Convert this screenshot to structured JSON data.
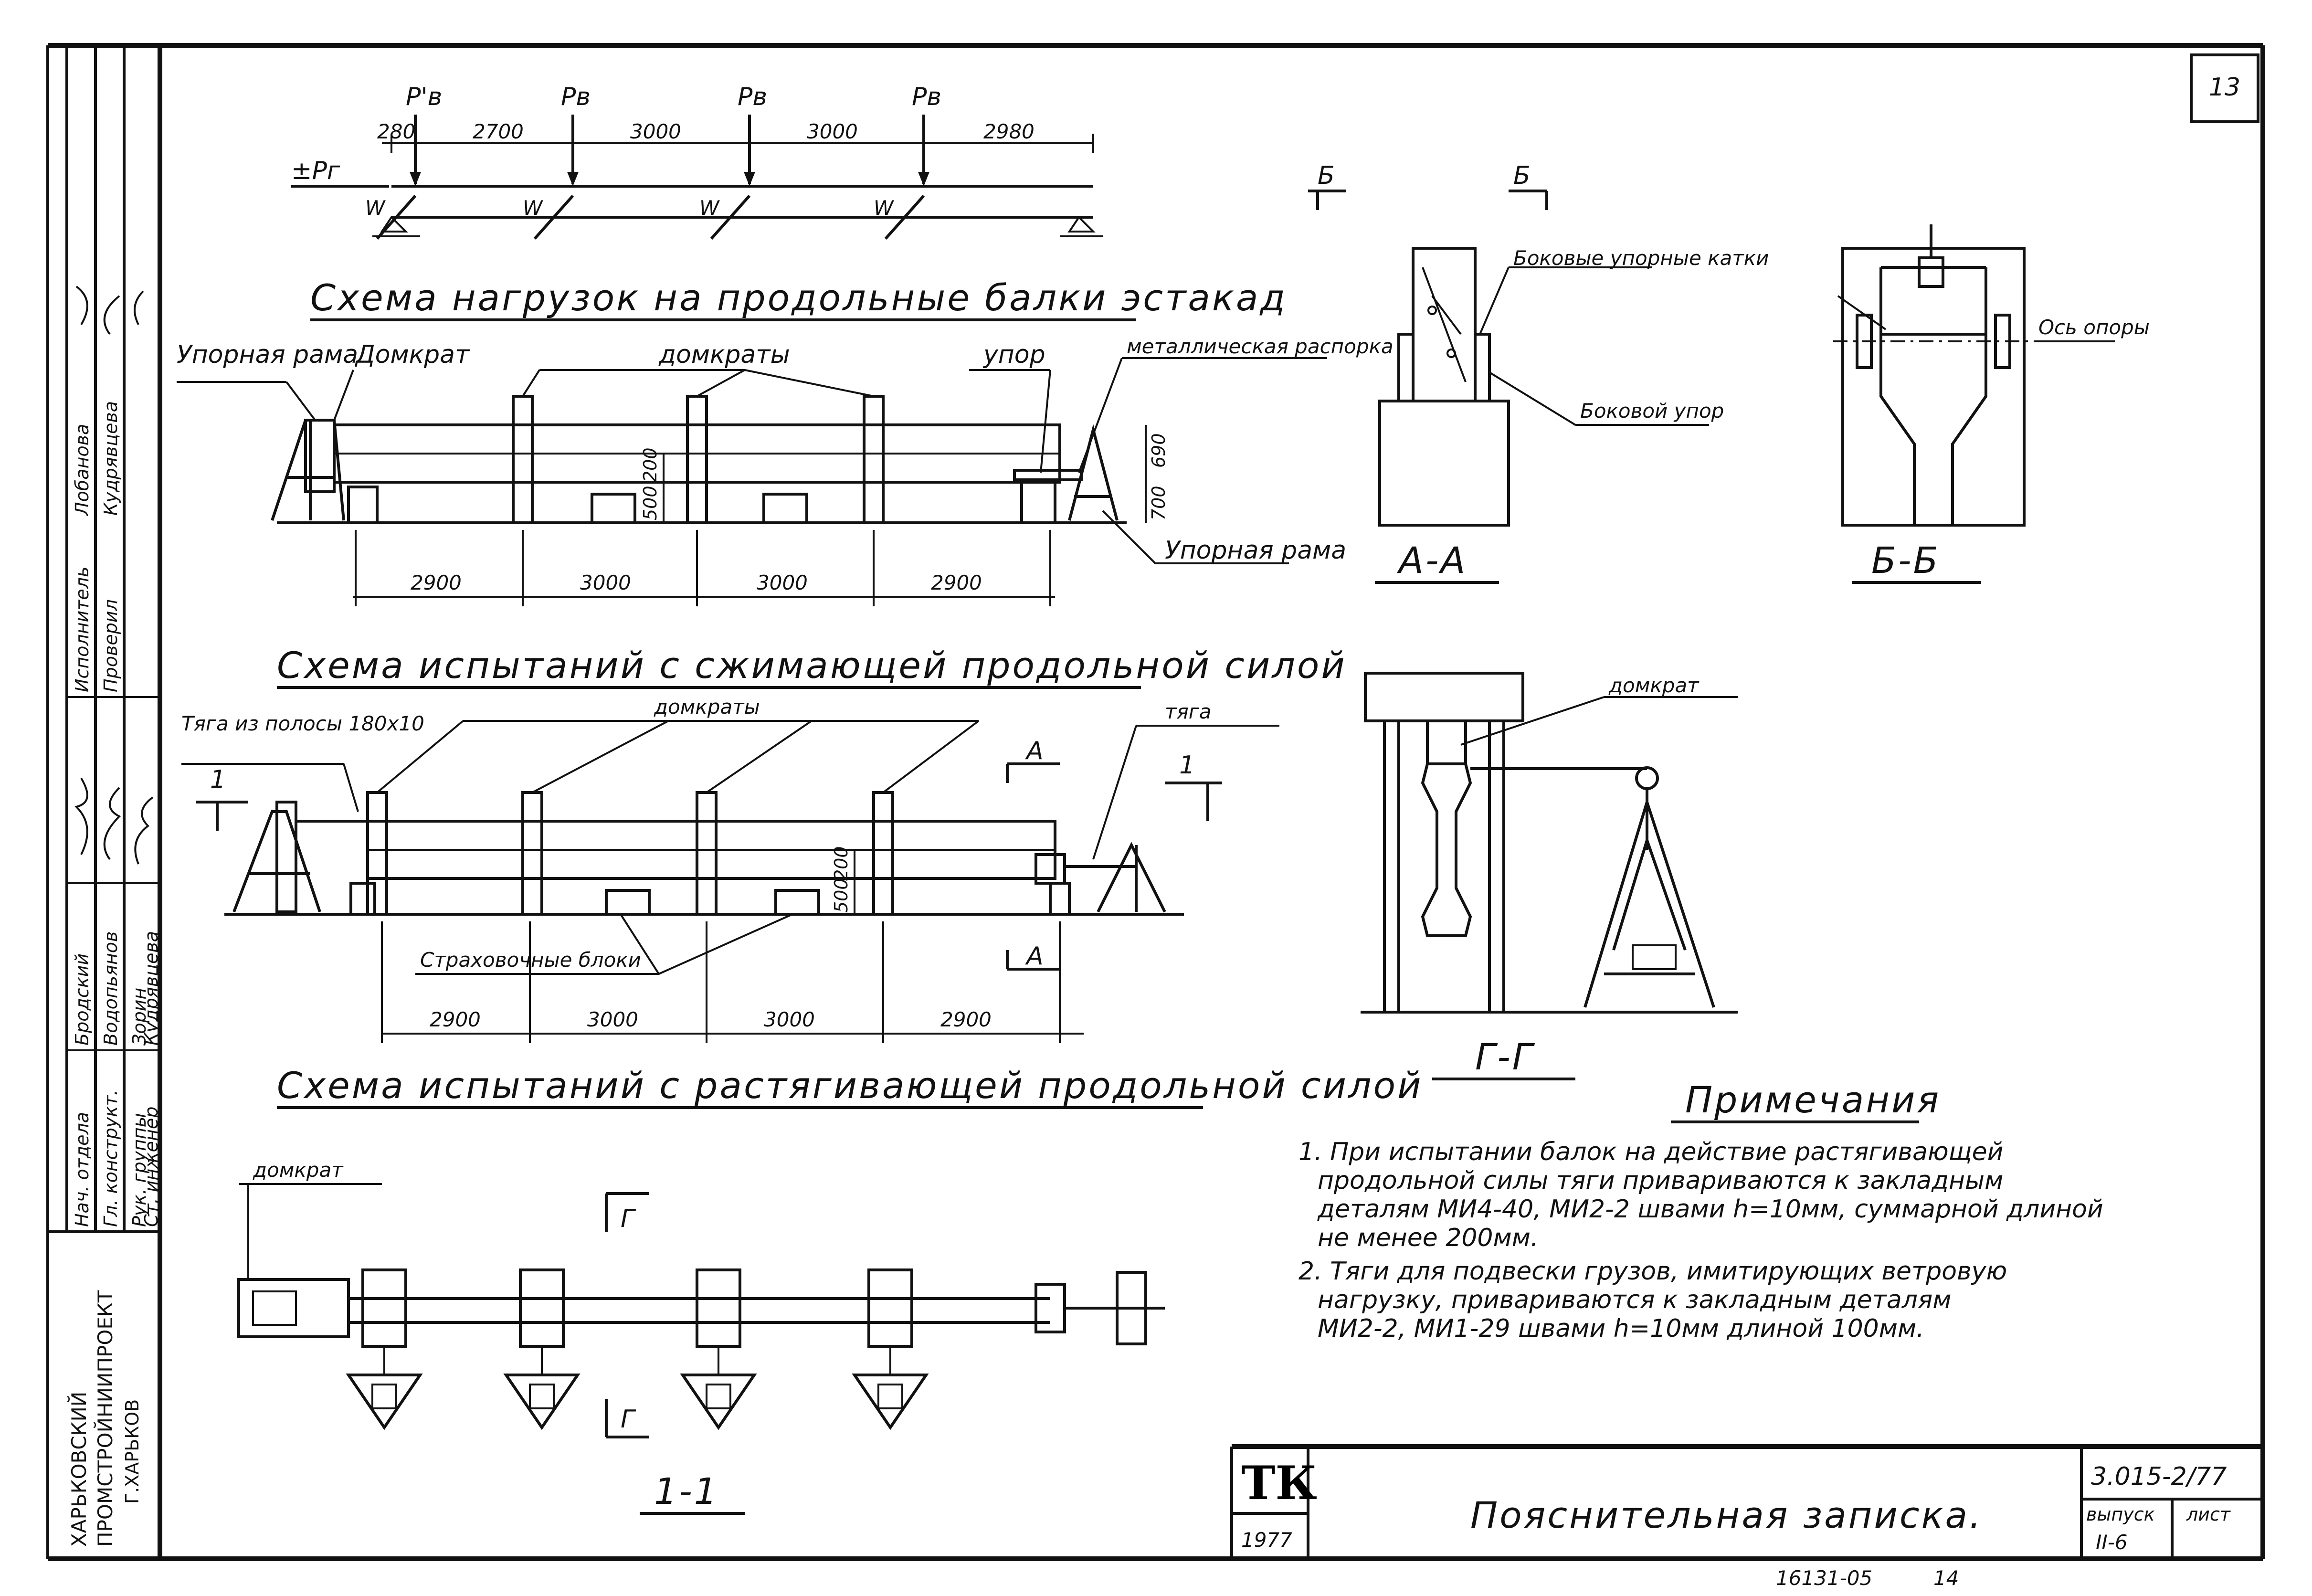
{
  "sheet": {
    "sheet_number": "13",
    "code": "3.015-2/77",
    "issue_label": "выпуск",
    "issue_value": "II-6",
    "sheet_label": "лист",
    "title": "Пояснительная записка.",
    "tk": "ТК",
    "year": "1977",
    "archive_number": "16131-05",
    "archive_page": "14"
  },
  "side_stamp": {
    "org_line1": "ХАРЬКОВСКИЙ",
    "org_line2": "ПРОМСТРОЙНИИПРОЕКТ",
    "org_line3": "Г.ХАРЬКОВ",
    "roles": [
      "Нач. отдела",
      "Гл. конструкт.",
      "Рук. группы",
      "Ст. инженер",
      "Исполнитель",
      "Проверил"
    ],
    "names": [
      "Бродский",
      "Водопьянов",
      "Зорин",
      "Кудрявцева",
      "Лобанова",
      "Кудрявцева"
    ]
  },
  "load_scheme": {
    "title": "Схема нагрузок на продольные балки эстакад",
    "loads": [
      "P'в",
      "Pв",
      "Pв",
      "Pв"
    ],
    "spans": [
      "280",
      "2700",
      "3000",
      "3000",
      "2980"
    ],
    "horizontal_load": "±Pг",
    "wind": "W"
  },
  "compression_scheme": {
    "title": "Схема испытаний с сжимающей продольной силой",
    "labels": {
      "stop_frame": "Упорная рама",
      "jack": "Домкрат",
      "jacks": "домкраты",
      "stop": "упор",
      "strut": "металлическая распорка",
      "stop_frame2": "Упорная рама"
    },
    "heights": [
      "200",
      "500",
      "690",
      "700"
    ],
    "spans": [
      "2900",
      "3000",
      "3000",
      "2900"
    ]
  },
  "tension_scheme": {
    "title": "Схема испытаний с растягивающей продольной силой",
    "labels": {
      "rod": "Тяга из полосы 180х10",
      "jacks": "домкраты",
      "rod2": "тяга",
      "blocks": "Страховочные блоки"
    },
    "section_marks": [
      "1",
      "1",
      "А",
      "А"
    ],
    "heights": [
      "200",
      "500"
    ],
    "spans": [
      "2900",
      "3000",
      "3000",
      "2900"
    ]
  },
  "section_11": {
    "title": "1-1",
    "jack": "домкрат",
    "marks": [
      "Г",
      "Г"
    ]
  },
  "section_aa": {
    "title": "А-А",
    "mark": "Б",
    "labels": {
      "rollers": "Боковые упорные катки",
      "side_stop": "Боковой упор"
    }
  },
  "section_bb": {
    "title": "Б-Б",
    "labels": {
      "axis": "Ось опоры"
    }
  },
  "section_gg": {
    "title": "Г-Г",
    "labels": {
      "jack": "домкрат"
    }
  },
  "notes": {
    "title": "Примечания",
    "items": [
      "1. При испытании балок на действие растягивающей",
      "продольной силы тяги привариваются к закладным",
      "деталям МИ4-40, МИ2-2 швами h=10мм, суммарной длиной",
      "не менее 200мм.",
      "2. Тяги для подвески грузов, имитирующих ветровую",
      "нагрузку, привариваются к закладным деталям",
      "МИ2-2, МИ1-29 швами h=10мм длиной 100мм."
    ]
  }
}
